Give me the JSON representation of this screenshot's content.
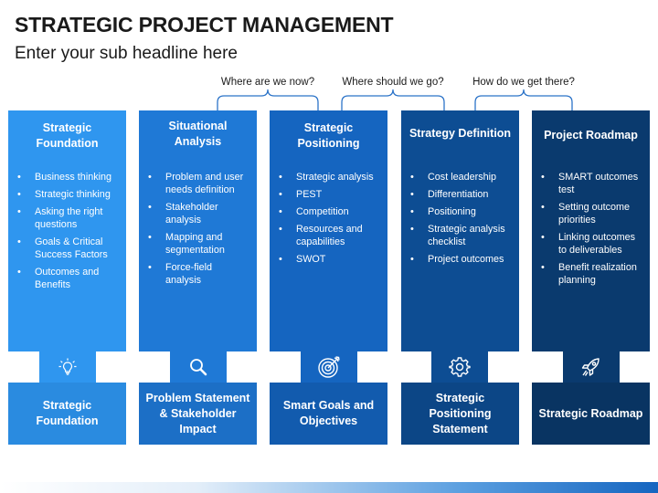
{
  "title": "STRATEGIC PROJECT MANAGEMENT",
  "subtitle": "Enter your sub headline here",
  "questions": [
    "Where are we now?",
    "Where should we go?",
    "How do we get there?"
  ],
  "colors": {
    "col1_top": "#2f96ef",
    "col1_bottom": "#2a8be0",
    "col2_top": "#1f79d6",
    "col2_bottom": "#1c6fc6",
    "col3_top": "#1565c0",
    "col3_bottom": "#125bae",
    "col4_top": "#0d4d93",
    "col4_bottom": "#0c4686",
    "col5_top": "#0a3a6e",
    "col5_bottom": "#093462",
    "icon_stroke": "#ffffff"
  },
  "columns": [
    {
      "heading": "Strategic Foundation",
      "items": [
        "Business thinking",
        "Strategic thinking",
        "Asking the right questions",
        "Goals & Critical Success Factors",
        "Outcomes and Benefits"
      ],
      "icon": "lightbulb-icon",
      "footer": "Strategic Foundation"
    },
    {
      "heading": "Situational Analysis",
      "items": [
        "Problem and user needs definition",
        "Stakeholder analysis",
        "Mapping and segmentation",
        "Force-field analysis"
      ],
      "icon": "magnifier-icon",
      "footer": "Problem Statement & Stakeholder Impact"
    },
    {
      "heading": "Strategic Positioning",
      "items": [
        "Strategic analysis",
        "PEST",
        "Competition",
        "Resources and capabilities",
        "SWOT"
      ],
      "icon": "target-icon",
      "footer": "Smart Goals and Objectives"
    },
    {
      "heading": "Strategy Definition",
      "items": [
        "Cost leadership",
        "Differentiation",
        "Positioning",
        "Strategic analysis checklist",
        "Project outcomes"
      ],
      "icon": "gear-icon",
      "footer": "Strategic Positioning Statement"
    },
    {
      "heading": "Project Roadmap",
      "items": [
        "SMART outcomes test",
        "Setting outcome priorities",
        "Linking outcomes to deliverables",
        "Benefit realization planning"
      ],
      "icon": "rocket-icon",
      "footer": "Strategic Roadmap"
    }
  ]
}
